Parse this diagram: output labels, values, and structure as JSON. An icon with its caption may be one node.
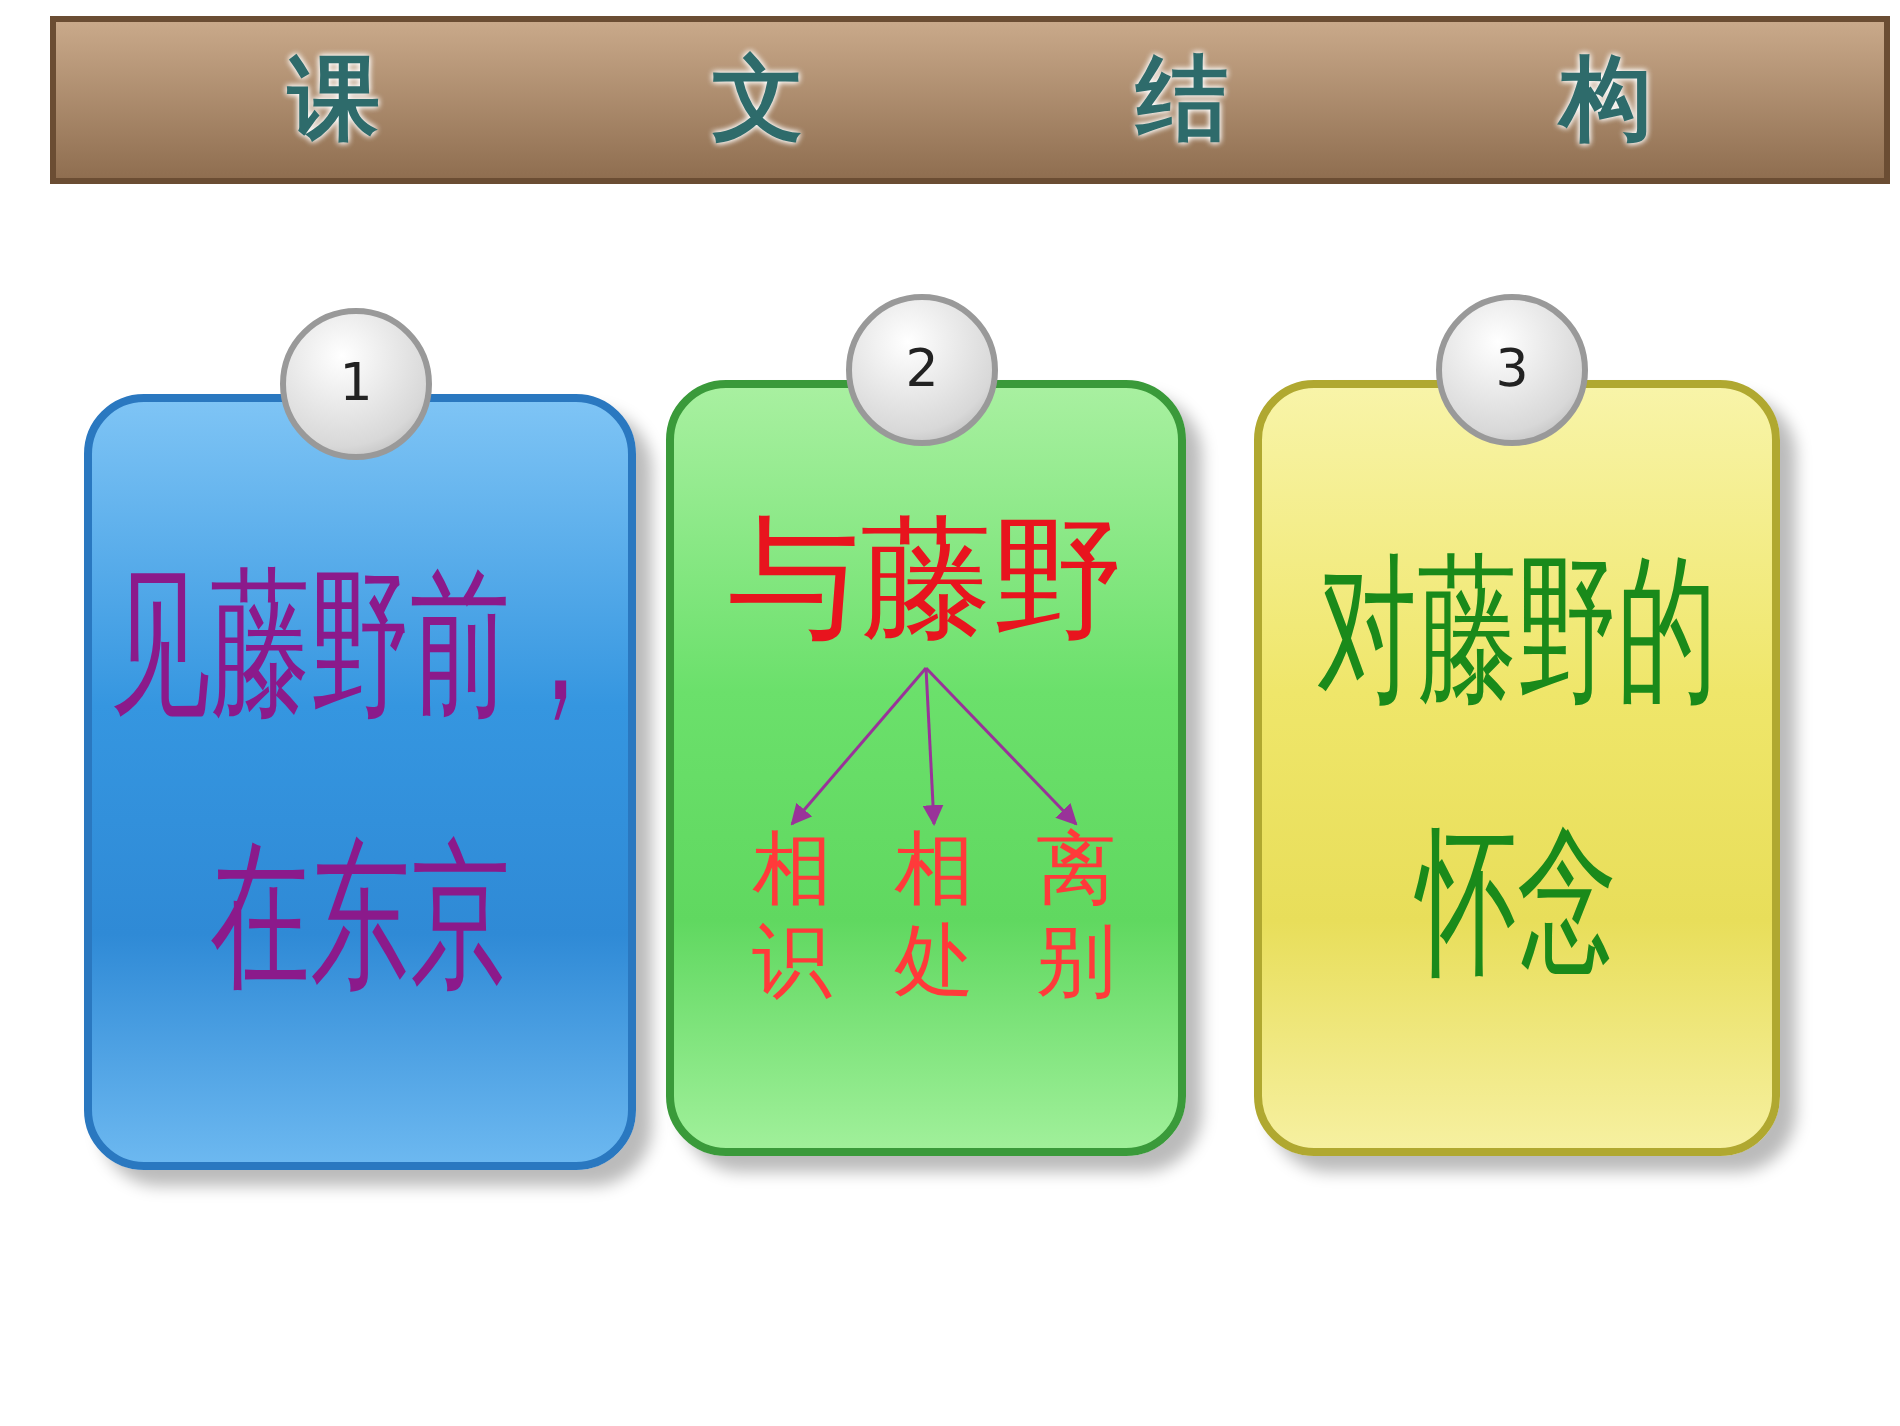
{
  "diagram": {
    "title": "课 文 结 构",
    "nodes": [
      {
        "text": [
          "1"
        ]
      },
      {
        "text": [
          "见藤野前，在东京"
        ]
      },
      {
        "text": [
          "2"
        ]
      },
      {
        "text": [],
        "shape": "box"
      },
      {
        "text": [
          "与藤野"
        ],
        "in": 3
      },
      {
        "text": [
          "相识"
        ],
        "in": 3
      },
      {
        "text": [
          "相处"
        ],
        "in": 3
      },
      {
        "text": [
          "离别"
        ],
        "in": 3
      },
      {
        "text": [
          "3"
        ]
      },
      {
        "text": [
          "对藤野的怀念"
        ]
      }
    ],
    "edges": [
      {
        "from": 4,
        "to": 5,
        "arrow": "to"
      },
      {
        "from": 4,
        "to": 6,
        "arrow": "to"
      },
      {
        "from": 4,
        "to": 7,
        "arrow": "to"
      }
    ]
  }
}
